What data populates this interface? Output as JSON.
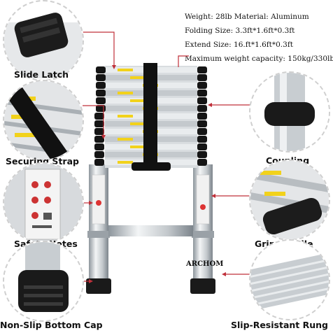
{
  "specs": {
    "weight": "Weight: 28lb  Material: Aluminum",
    "folding": "Folding Size: 3.3ft*1.6ft*0.3ft",
    "extend": "Extend Size: 16.ft*1.6ft*0.3ft",
    "capacity": "Maximum weight capacity: 150kg/330lb"
  },
  "features": {
    "slide_latch": "Slide Latch",
    "securing_strap": "Securing Strap",
    "safety_notes": "Safety Notes",
    "non_slip_cap": "Non-Slip Bottom Cap",
    "coupling": "Coupling",
    "grip_handle": "Grip Handle",
    "slip_rung": "Slip-Resistant Rung"
  },
  "brand": "ARCHOM",
  "colors": {
    "callout_line": "#c0303a",
    "accent_yellow": "#f2d21b",
    "ladder": "#c9ced3"
  }
}
